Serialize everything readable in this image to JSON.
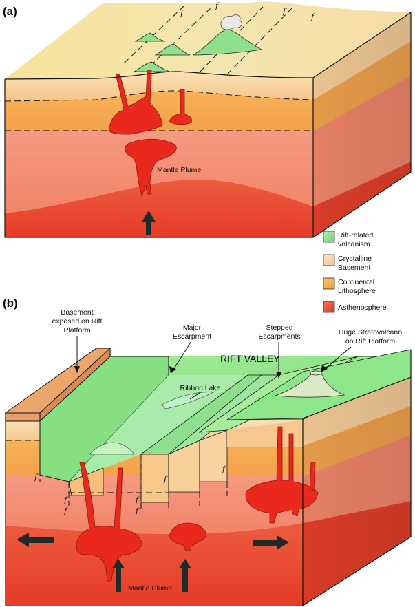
{
  "panel_a": {
    "label": "(a)",
    "fault_labels": [
      "f",
      "f",
      "f",
      "f"
    ],
    "plume_label": "Mantle Plume"
  },
  "legend": {
    "items": [
      {
        "label_line1": "Rift-related",
        "label_line2": "volcanism",
        "color": "#8be38b"
      },
      {
        "label_line1": "Crystalline",
        "label_line2": "Basement",
        "color": "#f7d29c"
      },
      {
        "label_line1": "Continental",
        "label_line2": "Lithosphere",
        "color": "#f3a93c"
      },
      {
        "label_line1": "Asthenosphere",
        "label_line2": "",
        "color": "#e8452c"
      }
    ]
  },
  "panel_b": {
    "label": "(b)",
    "basement_label": [
      "Basement",
      "exposed on Rift",
      "Platform"
    ],
    "escarpment_label": [
      "Major",
      "Escarpment"
    ],
    "stepped_label": [
      "Stepped",
      "Escarpments"
    ],
    "volcano_label": [
      "Huge Stratovolcano",
      "on Rift Platform"
    ],
    "rift_valley": "RIFT VALLEY",
    "ribbon_lake": "Ribbon Lake",
    "plume_label": "Mantle Plume",
    "fault_labels": [
      "f",
      "f",
      "f",
      "f",
      "f",
      "f",
      "f"
    ]
  }
}
